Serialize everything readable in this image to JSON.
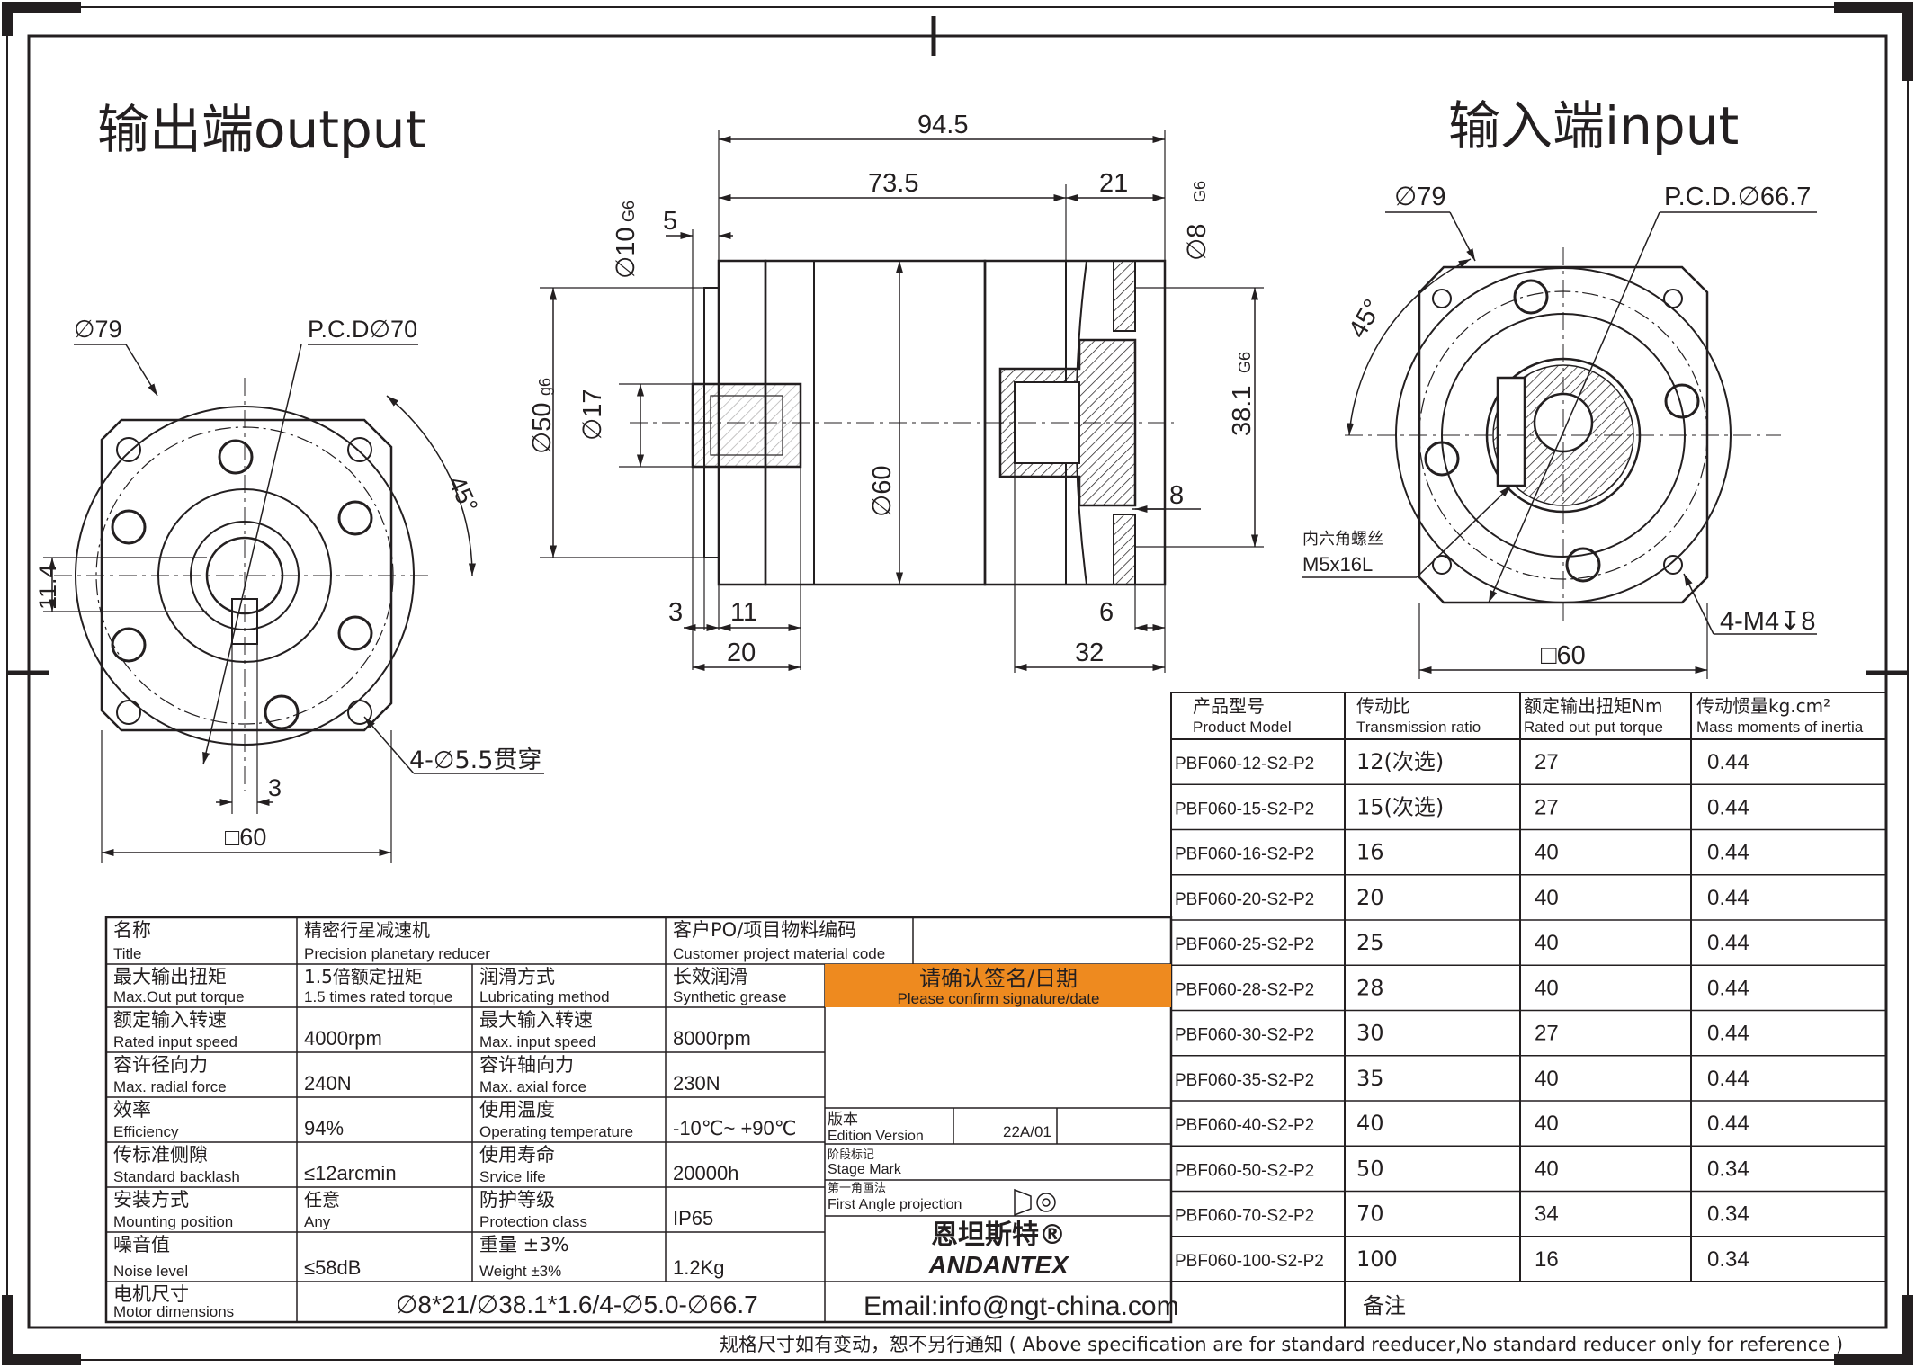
{
  "views": {
    "output": {
      "heading": "输出端output",
      "dim_od": "∅79",
      "dim_pcd": "P.C.D∅70",
      "dim_angle": "45°",
      "dim_key_height": "11.4",
      "dim_key_width": "3",
      "dim_square": "□60",
      "dim_holes": "4-∅5.5贯穿"
    },
    "side": {
      "dim_total": "94.5",
      "dim_body": "73.5",
      "dim_input_len": "21",
      "dim_pilot_step": "5",
      "dim_shaft_tol": "∅10",
      "dim_shaft_tol_sup": "G6",
      "dim_spigot": "∅50",
      "dim_spigot_sub": "g6",
      "dim_shaft_d": "∅17",
      "dim_body_d": "∅60",
      "dim_motor_shaft": "∅8",
      "dim_motor_shaft_sup": "G6",
      "dim_motor_pilot": "38.1",
      "dim_motor_pilot_sup": "G6",
      "dim_depth_8": "8",
      "dim_flange_3": "3",
      "dim_flange_11": "11",
      "dim_shaft_20": "20",
      "dim_6": "6",
      "dim_32": "32"
    },
    "input": {
      "heading": "输入端input",
      "dim_od": "∅79",
      "dim_pcd": "P.C.D.∅66.7",
      "dim_angle": "45°",
      "dim_square": "□60",
      "dim_thread": "4-M4↧8",
      "screw_cn": "内六角螺丝",
      "screw_spec": "M5x16L"
    }
  },
  "spec_table": {
    "rows": [
      {
        "cn": "名称",
        "en": "Title",
        "v1_cn": "精密行星减速机",
        "v1_en": "Precision planetary reducer",
        "k2_cn": "客户PO/项目物料编码",
        "k2_en": "Customer project material code",
        "v2": ""
      },
      {
        "cn": "最大输出扭矩",
        "en": "Max.Out put torque",
        "v1_cn": "1.5倍额定扭矩",
        "v1_en": "1.5 times rated torque",
        "k2_cn": "润滑方式",
        "k2_en": "Lubricating method",
        "v2_cn": "长效润滑",
        "v2_en": "Synthetic grease"
      },
      {
        "cn": "额定输入转速",
        "en": "Rated input speed",
        "v1": "4000rpm",
        "k2_cn": "最大输入转速",
        "k2_en": "Max. input speed",
        "v2": "8000rpm"
      },
      {
        "cn": "容许径向力",
        "en": "Max. radial force",
        "v1": "240N",
        "k2_cn": "容许轴向力",
        "k2_en": "Max. axial force",
        "v2": "230N"
      },
      {
        "cn": "效率",
        "en": "Efficiency",
        "v1": "94%",
        "k2_cn": "使用温度",
        "k2_en": "Operating temperature",
        "v2": "-10℃~ +90℃"
      },
      {
        "cn": "传标准侧隙",
        "en": "Standard backlash",
        "v1": "≤12arcmin",
        "k2_cn": "使用寿命",
        "k2_en": "Srvice life",
        "v2": "20000h"
      },
      {
        "cn": "安装方式",
        "en": "Mounting position",
        "v1_cn": "任意",
        "v1_en": "Any",
        "k2_cn": "防护等级",
        "k2_en": "Protection class",
        "v2": "IP65"
      },
      {
        "cn": "噪音值",
        "en": "Noise level",
        "v1": "≤58dB",
        "k2_cn": "重量 ±3%",
        "k2_en": "Weight ±3%",
        "v2": "1.2Kg"
      },
      {
        "cn": "电机尺寸",
        "en": "Motor dimensions",
        "v1": "∅8*21/∅38.1*1.6/4-∅5.0-∅66.7"
      }
    ],
    "confirm_cn": "请确认签名/日期",
    "confirm_en": "Please confirm signature/date",
    "confirm_color": "#ee8a1f",
    "edition_cn": "版本",
    "edition_en": "Edition Version",
    "edition_value": "22A/01",
    "stage_cn": "阶段标记",
    "stage_en": "Stage Mark",
    "projection_cn": "第一角画法",
    "projection_en": "First Angle projection",
    "brand_cn": "恩坦斯特®",
    "brand_en": "ANDANTEX",
    "brand_color": "#1a9a3a",
    "email": "Email:info@ngt-china.com",
    "remarks": "备注"
  },
  "model_table": {
    "headers": [
      {
        "cn": "产品型号",
        "en": "Product Model"
      },
      {
        "cn": "传动比",
        "en": "Transmission ratio"
      },
      {
        "cn": "额定输出扭矩Nm",
        "en": "Rated out put torque"
      },
      {
        "cn": "传动惯量kg.cm²",
        "en": "Mass moments of inertia"
      }
    ],
    "rows": [
      [
        "PBF060-12-S2-P2",
        "12(次选)",
        "27",
        "0.44"
      ],
      [
        "PBF060-15-S2-P2",
        "15(次选)",
        "27",
        "0.44"
      ],
      [
        "PBF060-16-S2-P2",
        "16",
        "40",
        "0.44"
      ],
      [
        "PBF060-20-S2-P2",
        "20",
        "40",
        "0.44"
      ],
      [
        "PBF060-25-S2-P2",
        "25",
        "40",
        "0.44"
      ],
      [
        "PBF060-28-S2-P2",
        "28",
        "40",
        "0.44"
      ],
      [
        "PBF060-30-S2-P2",
        "30",
        "27",
        "0.44"
      ],
      [
        "PBF060-35-S2-P2",
        "35",
        "40",
        "0.44"
      ],
      [
        "PBF060-40-S2-P2",
        "40",
        "40",
        "0.44"
      ],
      [
        "PBF060-50-S2-P2",
        "50",
        "40",
        "0.34"
      ],
      [
        "PBF060-70-S2-P2",
        "70",
        "34",
        "0.34"
      ],
      [
        "PBF060-100-S2-P2",
        "100",
        "16",
        "0.34"
      ]
    ]
  },
  "footer": "规格尺寸如有变动，恕不另行通知 ( Above specification are for standard reeducer,No standard reducer only for reference )"
}
